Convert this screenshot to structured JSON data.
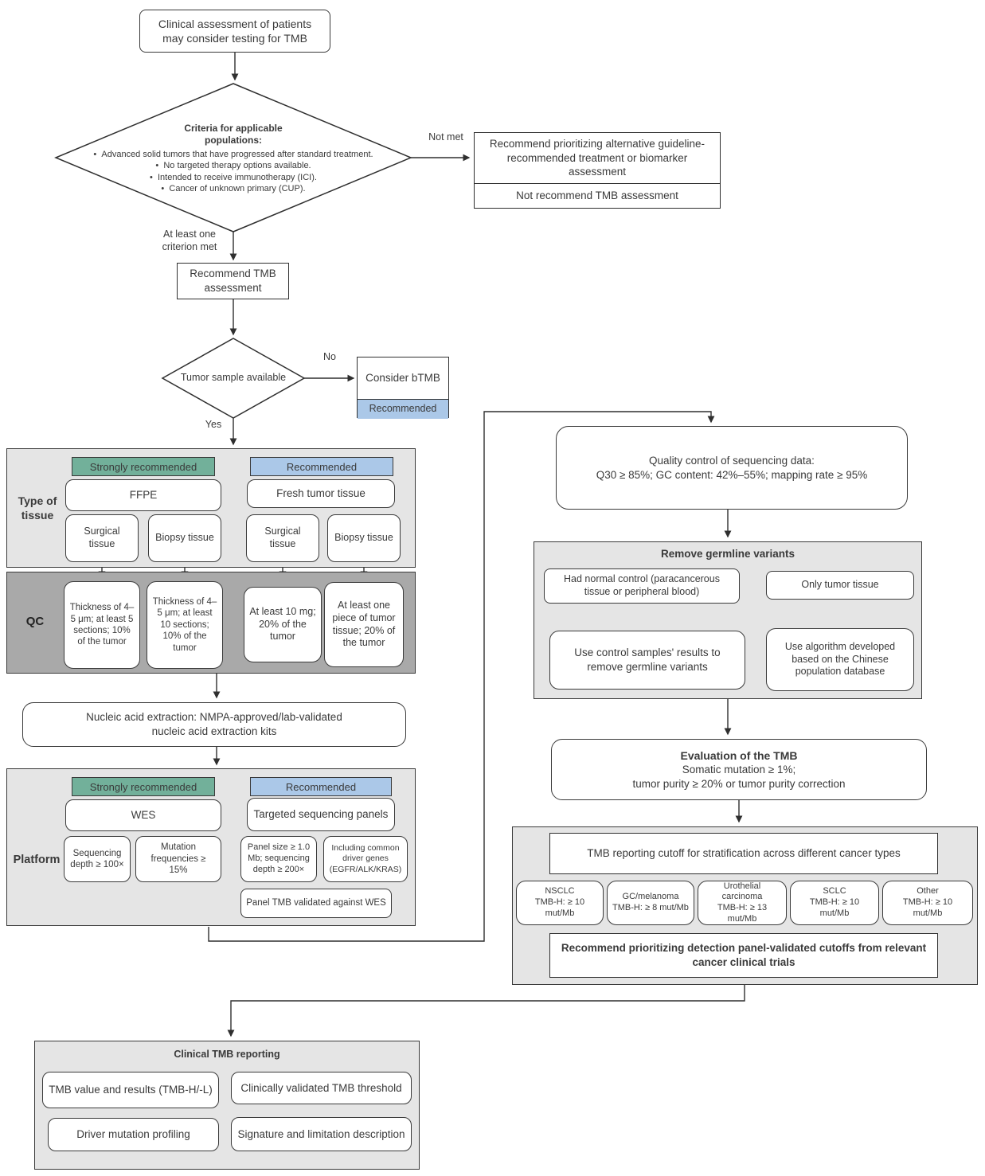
{
  "colors": {
    "green_header": "#72b09a",
    "blue_header": "#abc8e8",
    "panel_light": "#e5e5e5",
    "panel_dark": "#a9a9a9",
    "line": "#2f2f2f"
  },
  "start_box": {
    "line1": "Clinical assessment of patients",
    "line2": "may consider testing for TMB"
  },
  "criteria": {
    "heading_line1": "Criteria for applicable",
    "heading_line2": "populations:",
    "bullets": [
      "Advanced solid tumors that have progressed after standard treatment.",
      "No targeted therapy options available.",
      "Intended to receive immunotherapy (ICI).",
      "Cancer of unknown primary (CUP)."
    ],
    "not_met_label": "Not met",
    "met_label": "At least one criterion met"
  },
  "not_met_box": {
    "top": "Recommend prioritizing alternative guideline-recommended treatment or biomarker assessment",
    "bottom": "Not recommend TMB assessment"
  },
  "recommend_box": "Recommend TMB assessment",
  "sample_diamond": {
    "label": "Tumor sample available",
    "no_label": "No",
    "yes_label": "Yes"
  },
  "btmb_box": {
    "top": "Consider bTMB",
    "bottom": "Recommended"
  },
  "tissue_panel": {
    "label": "Type of tissue",
    "strongly_recommended": "Strongly recommended",
    "recommended": "Recommended",
    "ffpe": "FFPE",
    "fresh": "Fresh tumor tissue",
    "sub": [
      "Surgical tissue",
      "Biopsy tissue",
      "Surgical tissue",
      "Biopsy tissue"
    ]
  },
  "qc_panel": {
    "label": "QC",
    "boxes": [
      "Thickness of 4–5 μm; at least 5 sections; 10% of the tumor",
      "Thickness of 4–5 μm; at least 10 sections; 10% of the tumor",
      "At least 10 mg; 20% of the tumor",
      "At least one piece of tumor tissue; 20% of the tumor"
    ]
  },
  "nucleic_box": {
    "line1": "Nucleic acid extraction: NMPA-approved/lab-validated",
    "line2": "nucleic acid extraction kits"
  },
  "platform_panel": {
    "label": "Platform",
    "strongly_recommended": "Strongly recommended",
    "recommended": "Recommended",
    "wes": "WES",
    "targeted": "Targeted sequencing panels",
    "wes_sub": [
      "Sequencing depth ≥ 100×",
      "Mutation frequencies ≥ 15%"
    ],
    "targeted_sub": [
      "Panel size ≥ 1.0 Mb; sequencing depth ≥ 200×",
      "Including common driver genes (EGFR/ALK/KRAS)"
    ],
    "validated": "Panel TMB validated against WES"
  },
  "seq_qc_box": {
    "line1": "Quality control of sequencing data:",
    "line2": "Q30 ≥ 85%; GC content: 42%–55%; mapping rate ≥ 95%"
  },
  "germline_panel": {
    "title": "Remove germline variants",
    "normal_control": "Had normal control (paracancerous tissue or peripheral blood)",
    "tumor_only": "Only tumor tissue",
    "use_control": "Use control samples' results to remove germline variants",
    "use_algorithm": "Use algorithm developed based on the Chinese population database"
  },
  "evaluation_box": {
    "title": "Evaluation of the TMB",
    "line1": "Somatic mutation ≥ 1%;",
    "line2": "tumor purity ≥ 20% or tumor purity correction"
  },
  "cutoff_panel": {
    "header": "TMB reporting cutoff for stratification across different cancer types",
    "items": [
      {
        "name": "NSCLC",
        "value": "TMB-H: ≥ 10 mut/Mb"
      },
      {
        "name": "GC/melanoma",
        "value": "TMB-H: ≥ 8 mut/Mb"
      },
      {
        "name": "Urothelial carcinoma",
        "value": "TMB-H: ≥ 13 mut/Mb"
      },
      {
        "name": "SCLC",
        "value": "TMB-H: ≥ 10 mut/Mb"
      },
      {
        "name": "Other",
        "value": "TMB-H: ≥ 10 mut/Mb"
      }
    ],
    "footer": "Recommend prioritizing detection panel-validated cutoffs from relevant cancer clinical trials"
  },
  "reporting_panel": {
    "title": "Clinical TMB reporting",
    "boxes": [
      "TMB value and results (TMB-H/-L)",
      "Clinically validated TMB threshold",
      "Driver mutation profiling",
      "Signature and limitation description"
    ]
  }
}
